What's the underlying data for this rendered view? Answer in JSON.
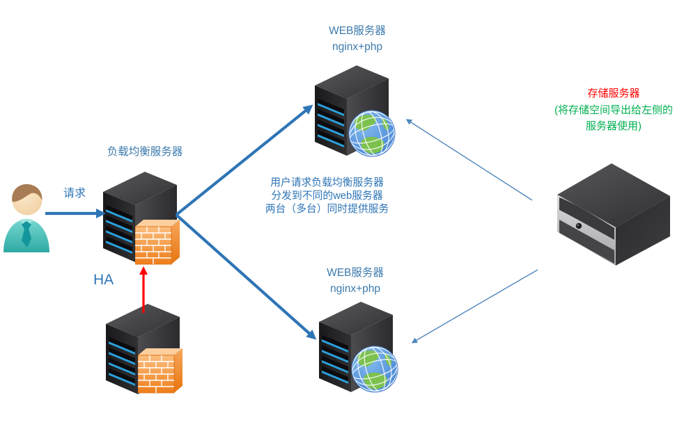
{
  "nodes": {
    "user": {
      "icon": "user-icon"
    },
    "load_balancer": {
      "label": "负载均衡服务器",
      "icons": [
        "tower-server-icon",
        "firewall-icon"
      ]
    },
    "standby_server": {
      "icons": [
        "tower-server-icon",
        "firewall-icon"
      ]
    },
    "web_server_top": {
      "title": "WEB服务器",
      "subtitle": "nginx+php",
      "icons": [
        "tower-server-icon",
        "globe-icon"
      ]
    },
    "web_server_bottom": {
      "title": "WEB服务器",
      "subtitle": "nginx+php",
      "icons": [
        "tower-server-icon",
        "globe-icon"
      ]
    },
    "storage_server": {
      "title": "存储服务器",
      "note_lines": [
        "(将存储空间导出给左侧的",
        "服务器使用)"
      ],
      "icons": [
        "nas-storage-icon"
      ]
    }
  },
  "annotations": {
    "request": "请求",
    "ha": "HA",
    "center_note": [
      "用户请求负载均衡服务器",
      "分发到不同的web服务器",
      "两台（多台）同时提供服务"
    ]
  },
  "connectors": [
    {
      "name": "request-arrow",
      "from": "user",
      "to": "load_balancer",
      "style": "thick-blue"
    },
    {
      "name": "lb-to-web-top-arrow",
      "from": "load_balancer",
      "to": "web_server_top",
      "style": "thick-blue"
    },
    {
      "name": "lb-to-web-bottom-arrow",
      "from": "load_balancer",
      "to": "web_server_bottom",
      "style": "thick-blue"
    },
    {
      "name": "ha-failover-arrow",
      "from": "standby_server",
      "to": "load_balancer",
      "style": "red"
    },
    {
      "name": "storage-to-web-top-arrow",
      "from": "storage_server",
      "to": "web_server_top",
      "style": "thin-blue"
    },
    {
      "name": "storage-to-web-bottom-arrow",
      "from": "storage_server",
      "to": "web_server_bottom",
      "style": "thin-blue"
    }
  ],
  "colors": {
    "background": "#FFFFFF",
    "node_label_blue": "#3D7AAC",
    "annotation_blue": "#2E75B6",
    "main_arrow_blue": "#2E75B6",
    "storage_arrow_blue": "#4E86BB",
    "ha_arrow_red": "#FF0000",
    "storage_title_red": "#FF0000",
    "storage_note_green": "#00B050",
    "firewall_orange": "#F79646",
    "server_led_blue": "#2BA0DC",
    "globe_green": "#7CC14E",
    "globe_blue": "#3F7FD2"
  }
}
